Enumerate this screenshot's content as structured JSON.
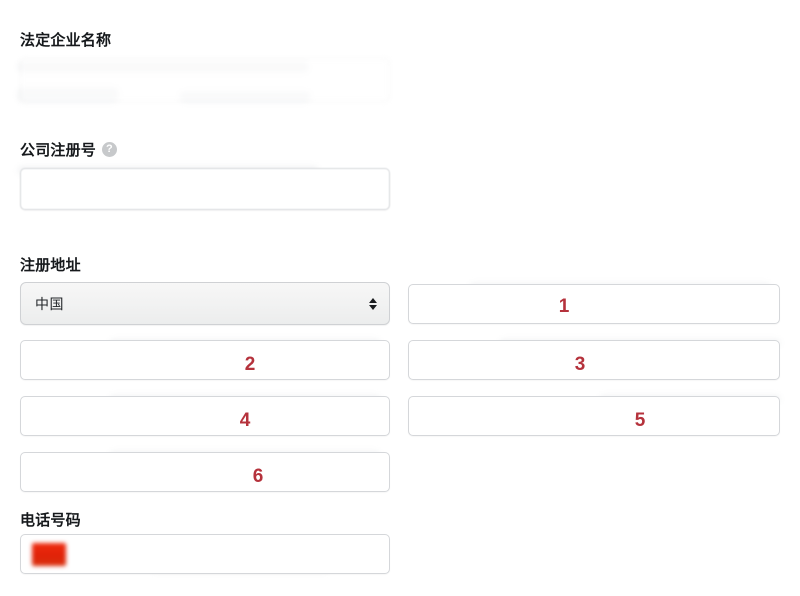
{
  "form": {
    "background_color": "#ffffff",
    "annotation_color": "#b5323c",
    "fields": [
      {
        "id": "legal-business-name",
        "label": "法定企业名称",
        "value": "",
        "redacted": true
      },
      {
        "id": "company-registration-number",
        "label": "公司注册号",
        "help_icon": "help-question-icon",
        "help_glyph": "?",
        "value": ""
      },
      {
        "id": "registered-address",
        "label": "注册地址",
        "country_select": {
          "value": "中国",
          "icon": "chevron-up-down-icon"
        },
        "address_inputs": [
          {
            "annotation": "1",
            "value": ""
          },
          {
            "annotation": "2",
            "value": ""
          },
          {
            "annotation": "3",
            "value": ""
          },
          {
            "annotation": "4",
            "value": ""
          },
          {
            "annotation": "5",
            "value": ""
          },
          {
            "annotation": "6",
            "value": ""
          }
        ]
      },
      {
        "id": "phone-number",
        "label": "电话号码",
        "flag_icon": "china-flag-icon",
        "value": ""
      }
    ]
  }
}
